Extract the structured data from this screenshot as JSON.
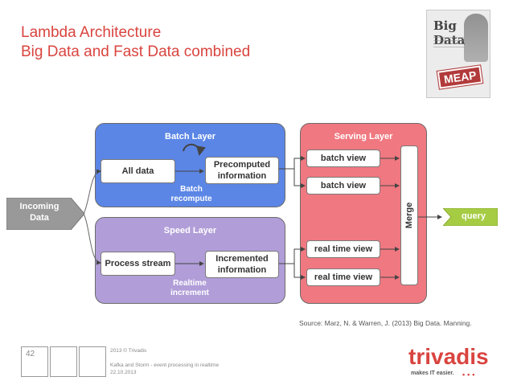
{
  "slide": {
    "title_line1": "Lambda Architecture",
    "title_line2": "Big Data and Fast Data combined"
  },
  "book": {
    "title": "Big Data",
    "badge": "MEAP"
  },
  "diagram": {
    "batch_layer": {
      "title": "Batch Layer",
      "all_data": "All data",
      "precomputed_line1": "Precomputed",
      "precomputed_line2": "information",
      "recompute_line1": "Batch",
      "recompute_line2": "recompute"
    },
    "speed_layer": {
      "title": "Speed Layer",
      "process_stream": "Process stream",
      "incremented_line1": "Incremented",
      "incremented_line2": "information",
      "increment_line1": "Realtime",
      "increment_line2": "increment"
    },
    "serving_layer": {
      "title": "Serving Layer",
      "views": [
        "batch view",
        "batch view",
        "real time view",
        "real time view"
      ],
      "merge": "Merge"
    },
    "incoming_line1": "Incoming",
    "incoming_line2": "Data",
    "query": "query",
    "colors": {
      "batch": "#5b86e6",
      "speed": "#b19ed8",
      "serving": "#f07880",
      "incoming": "#999999",
      "query": "#a6cc44",
      "accent": "#d9443f"
    }
  },
  "source": "Source: Marz, N. & Warren, J. (2013) Big Data. Manning.",
  "footer": {
    "slide_number": "42",
    "copyright": "2013 © Trivadis",
    "talk": "Kafka and Storm - event processing in realtime",
    "date": "22.10.2013"
  },
  "brand": {
    "logo": "trivadis",
    "slogan": "makes IT easier."
  }
}
